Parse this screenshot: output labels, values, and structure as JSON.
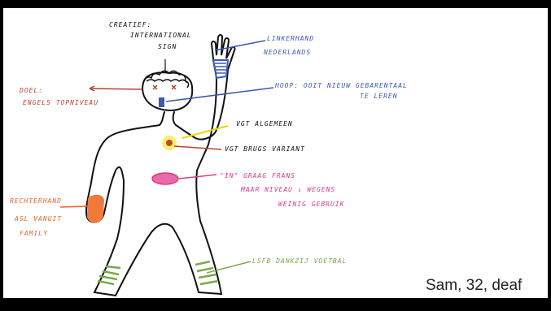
{
  "annotations": {
    "creatief": "CREATIEF:",
    "international": "INTERNATIONAL",
    "sign": "SIGN",
    "linkerhand": "LINKERHAND",
    "nederlands": "NEDERLANDS",
    "doel": "DOEL:",
    "engels": "ENGELS TOPNIVEAU",
    "hoop": "HOOP: OOIT NIEUW GEBARENTAAL",
    "te_leren": "TE LEREN",
    "vgt_algemeen": "VGT ALGEMEEN",
    "vgt_brugs": "VGT BRUGS VARIANT",
    "in_graag_frans": "\"IN\"  GRAAG FRANS",
    "maar_niveau": "MAAR NIVEAU ↓ WEGENS",
    "weinig_gebruik": "WEINIG GEBRUIK",
    "rechterhand": "RECHTERHAND",
    "asl": "ASL VANUIT",
    "family": "FAMILY",
    "lsfb": "LSFB DANKZIJ VOETBAL"
  },
  "caption": "Sam, 32, deaf",
  "colors": {
    "background": "#000000",
    "slide": "#ffffff",
    "outline": "#111111",
    "blue": "#3a5bb0",
    "red_brown": "#b5442c",
    "yellow": "#e8d800",
    "pink": "#d93a8a",
    "orange": "#e8632a",
    "green": "#7aa84a"
  }
}
